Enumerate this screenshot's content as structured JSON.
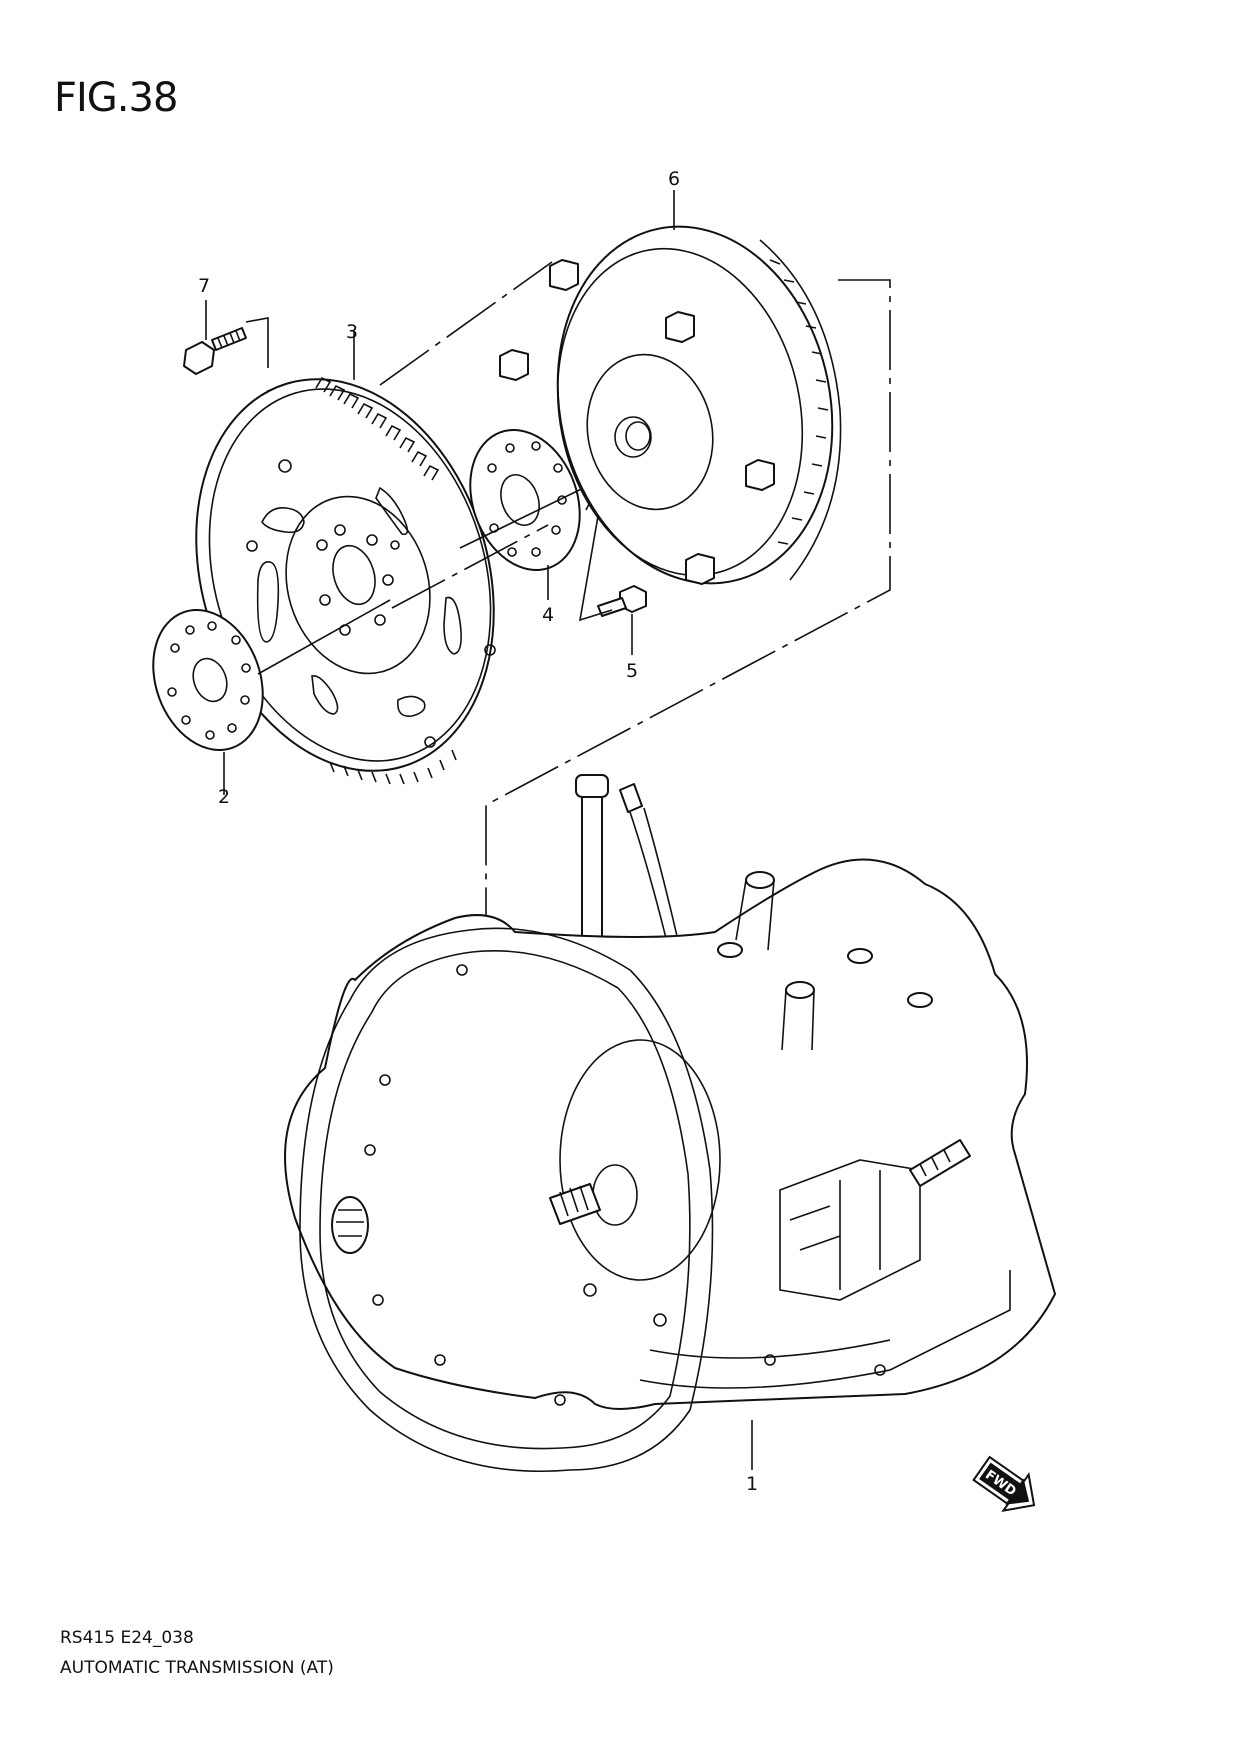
{
  "figure": {
    "title": "FIG.38"
  },
  "callouts": {
    "part1": "1",
    "part2": "2",
    "part3": "3",
    "part4": "4",
    "part5": "5",
    "part6": "6",
    "part7": "7"
  },
  "footer": {
    "code": "RS415 E24_038",
    "name": "AUTOMATIC TRANSMISSION (AT)"
  },
  "fwd_marker": {
    "label": "FWD",
    "icon": "fwd-arrow-icon"
  }
}
